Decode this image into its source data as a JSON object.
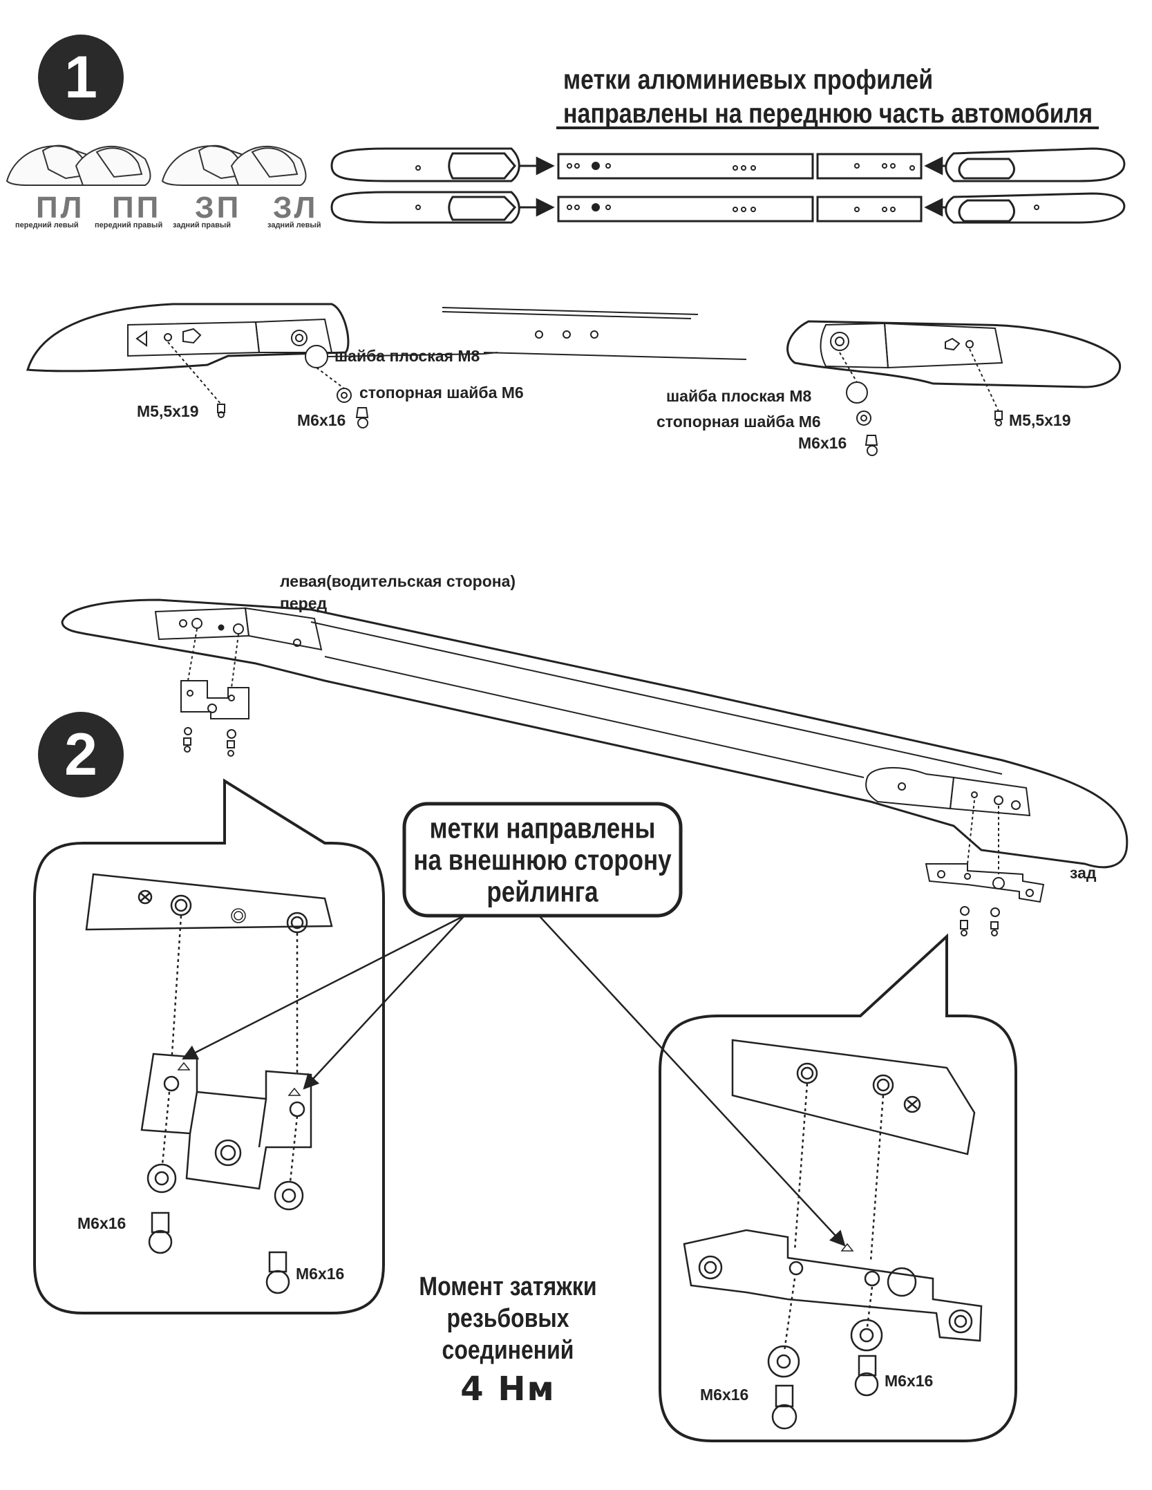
{
  "step1": {
    "number": "1",
    "heading_line1": "метки алюминиевых профилей",
    "heading_line2": "направлены на переднюю часть автомобиля",
    "caps": [
      {
        "code": "ПЛ",
        "name": "передний левый"
      },
      {
        "code": "ПП",
        "name": "передний правый"
      },
      {
        "code": "ЗП",
        "name": "задний правый"
      },
      {
        "code": "ЗЛ",
        "name": "задний левый"
      }
    ],
    "left_end": {
      "screw": "M5,5x19",
      "washer_flat": "шайба плоская М8",
      "washer_lock": "стопорная шайба М6",
      "bolt": "M6x16"
    },
    "right_end": {
      "washer_flat": "шайба плоская М8",
      "washer_lock": "стопорная шайба М6",
      "bolt": "M6x16",
      "screw": "M5,5x19"
    }
  },
  "step2": {
    "number": "2",
    "side_line1": "левая(водительская сторона)",
    "side_line2": "перед",
    "rear": "зад",
    "callout_line1": "метки направлены",
    "callout_line2": "на внешнюю сторону",
    "callout_line3": "рейлинга",
    "left_bolt_1": "M6x16",
    "left_bolt_2": "M6x16",
    "right_bolt_1": "M6x16",
    "right_bolt_2": "M6x16",
    "torque_line1": "Момент затяжки",
    "torque_line2": "резьбовых",
    "torque_line3": "соединений",
    "torque_value": "4 Нм"
  }
}
